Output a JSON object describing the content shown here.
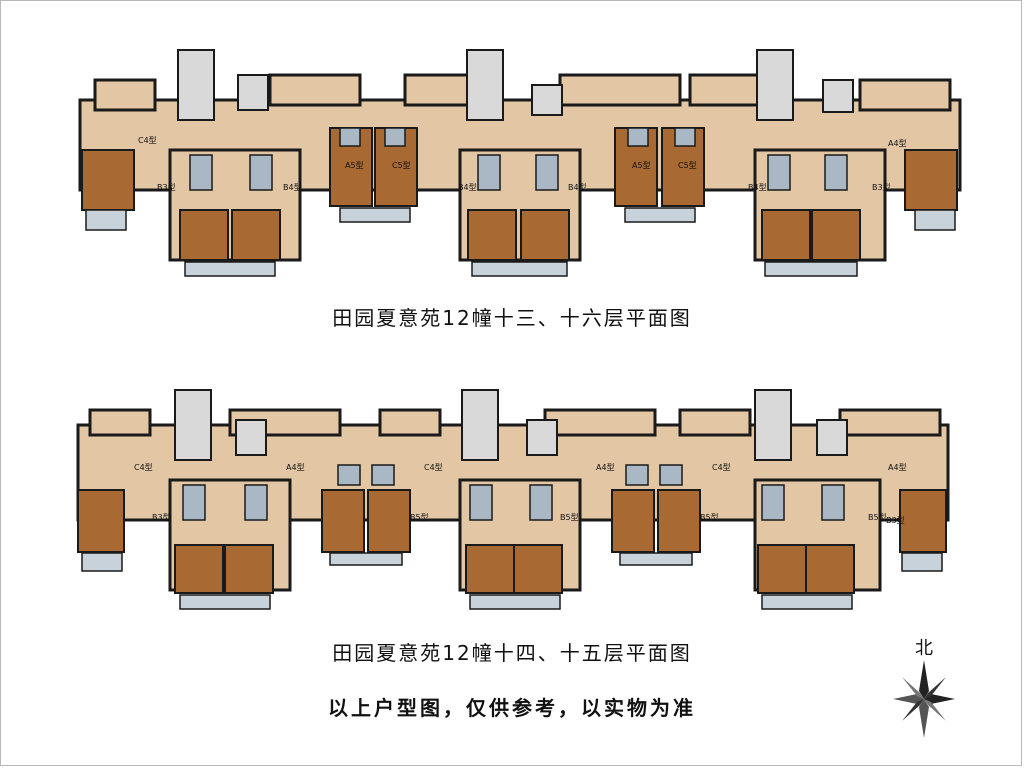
{
  "top_plan": {
    "caption": "田园夏意苑12幢十三、十六层平面图",
    "unit_types": [
      "C4型",
      "A5型",
      "C5型",
      "B3型",
      "B4型",
      "B4型",
      "B4型",
      "A5型",
      "C5型",
      "B4型",
      "A4型",
      "B3型"
    ]
  },
  "bottom_plan": {
    "caption": "田园夏意苑12幢十四、十五层平面图",
    "unit_types": [
      "C4型",
      "A4型",
      "B3型",
      "B5型",
      "C4型",
      "A4型",
      "B5型",
      "B5型",
      "C4型",
      "A4型",
      "B5型",
      "B3型"
    ]
  },
  "disclaimer": "以上户型图，仅供参考，以实物为准",
  "compass": {
    "label": "北"
  },
  "colors": {
    "floor": "#e3c7a4",
    "bedroom": "#a86a32",
    "bathroom": "#a9b8c4",
    "stair": "#d9d9d9",
    "balcony": "#c8d2da",
    "wall": "#1a1a1a"
  }
}
